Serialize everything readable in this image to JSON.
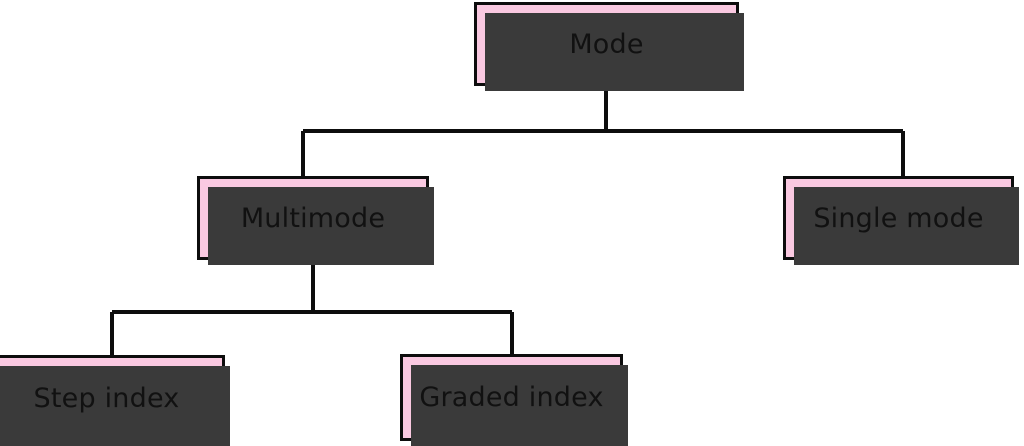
{
  "diagram": {
    "title": "Mode",
    "type": "hierarchy-tree",
    "background_color": "#ffffff",
    "node_fill_color": "#fac9e1",
    "node_border_color": "#0d0d0d",
    "node_shadow_color": "#3a3a3a",
    "connector_color": "#0d0d0d",
    "nodes": [
      {
        "id": "mode",
        "label": "Mode",
        "level": 0
      },
      {
        "id": "multimode",
        "label": "Multimode",
        "level": 1
      },
      {
        "id": "single-mode",
        "label": "Single mode",
        "level": 1
      },
      {
        "id": "step-index",
        "label": "Step index",
        "level": 2
      },
      {
        "id": "graded-index",
        "label": "Graded index",
        "level": 2
      }
    ],
    "edges": [
      {
        "from": "mode",
        "to": "multimode"
      },
      {
        "from": "mode",
        "to": "single-mode"
      },
      {
        "from": "multimode",
        "to": "step-index"
      },
      {
        "from": "multimode",
        "to": "graded-index"
      }
    ]
  }
}
